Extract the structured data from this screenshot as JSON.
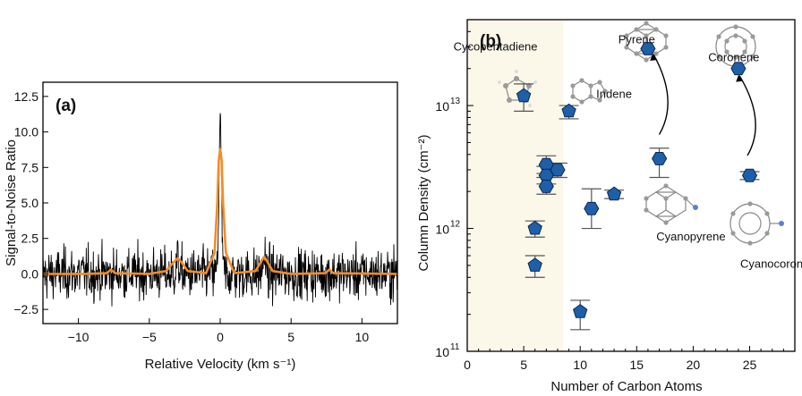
{
  "chart_data": [
    {
      "type": "line",
      "panel_label": "(a)",
      "xlabel": "Relative Velocity (km s⁻¹)",
      "ylabel": "Signal-to-Noise Ratio",
      "xlim": [
        -12.5,
        12.5
      ],
      "ylim": [
        -3.5,
        13.5
      ],
      "xticks": [
        -10,
        -5,
        0,
        5,
        10
      ],
      "xtick_labels": [
        "−10",
        "−5",
        "0",
        "5",
        "10"
      ],
      "yticks": [
        -2.5,
        0.0,
        2.5,
        5.0,
        7.5,
        10.0,
        12.5
      ],
      "ytick_labels": [
        "−2.5",
        "0.0",
        "2.5",
        "5.0",
        "7.5",
        "10.0",
        "12.5"
      ],
      "grid": false,
      "series": [
        {
          "kind": "noisy-spectrum",
          "color": "#000000",
          "baseline": 0.0,
          "noise_rms": 0.9,
          "peaks": [
            [
              -3.0,
              1.0
            ],
            [
              0.0,
              10.5
            ],
            [
              3.1,
              1.2
            ]
          ]
        },
        {
          "kind": "model-fit",
          "color": "#f28c28",
          "x": [
            -12.5,
            -9.5,
            -8.0,
            -7.7,
            -7.4,
            -5.0,
            -3.8,
            -3.3,
            -3.0,
            -2.7,
            -2.3,
            -1.0,
            -0.4,
            -0.2,
            -0.1,
            0.0,
            0.1,
            0.2,
            0.4,
            1.0,
            2.5,
            2.9,
            3.1,
            3.3,
            3.7,
            5.0,
            7.4,
            7.7,
            8.0,
            12.5
          ],
          "y": [
            0.0,
            0.0,
            0.05,
            0.3,
            0.05,
            0.0,
            0.2,
            0.8,
            1.1,
            0.8,
            0.2,
            0.05,
            1.5,
            5.0,
            8.0,
            8.8,
            8.0,
            5.0,
            1.5,
            0.05,
            0.2,
            0.9,
            1.2,
            0.9,
            0.2,
            0.0,
            0.05,
            0.3,
            0.05,
            0.0
          ]
        }
      ]
    },
    {
      "type": "scatter",
      "panel_label": "(b)",
      "xlabel": "Number of Carbon Atoms",
      "ylabel": "Column Density (cm⁻²)",
      "xlim": [
        0,
        29
      ],
      "ylim": [
        100000000000.0,
        50000000000000.0
      ],
      "yscale": "log",
      "xticks": [
        0,
        5,
        10,
        15,
        20,
        25
      ],
      "xtick_labels": [
        "0",
        "5",
        "10",
        "15",
        "20",
        "25"
      ],
      "yticks": [
        100000000000.0,
        1000000000000.0,
        10000000000000.0
      ],
      "ytick_labels": [
        "10",
        "10",
        "10"
      ],
      "ytick_exponents": [
        "11",
        "12",
        "13"
      ],
      "grid": false,
      "shaded_region_x": [
        0,
        8.5
      ],
      "shaded_color": "#fbf8ea",
      "marker_color": "#1f5fa8",
      "points": [
        {
          "x": 5,
          "y": 12000000000000.0,
          "err": [
            9000000000000.0,
            15000000000000.0
          ],
          "shape": "pentagon"
        },
        {
          "x": 6,
          "y": 1000000000000.0,
          "err": [
            850000000000.0,
            1150000000000.0
          ],
          "shape": "pentagon"
        },
        {
          "x": 6,
          "y": 500000000000.0,
          "err": [
            400000000000.0,
            600000000000.0
          ],
          "shape": "pentagon"
        },
        {
          "x": 7,
          "y": 3300000000000.0,
          "err": [
            2800000000000.0,
            3900000000000.0
          ],
          "shape": "hexagon"
        },
        {
          "x": 7,
          "y": 2700000000000.0,
          "err": [
            2300000000000.0,
            3200000000000.0
          ],
          "shape": "hexagon"
        },
        {
          "x": 7,
          "y": 2200000000000.0,
          "err": [
            1900000000000.0,
            2600000000000.0
          ],
          "shape": "hexagon"
        },
        {
          "x": 8,
          "y": 3000000000000.0,
          "err": [
            2600000000000.0,
            3400000000000.0
          ],
          "shape": "hexagon"
        },
        {
          "x": 9,
          "y": 9000000000000.0,
          "err": [
            7800000000000.0,
            10000000000000.0
          ],
          "shape": "pentagon"
        },
        {
          "x": 10,
          "y": 210000000000.0,
          "err": [
            150000000000.0,
            260000000000.0
          ],
          "shape": "pentagon"
        },
        {
          "x": 11,
          "y": 1450000000000.0,
          "err": [
            1000000000000.0,
            2100000000000.0
          ],
          "shape": "hexagon"
        },
        {
          "x": 13,
          "y": 1900000000000.0,
          "err": [
            1750000000000.0,
            2050000000000.0
          ],
          "shape": "pentagon"
        },
        {
          "x": 16,
          "y": 29000000000000.0,
          "err": [
            29000000000000.0,
            29000000000000.0
          ],
          "shape": "hexagon"
        },
        {
          "x": 17,
          "y": 3700000000000.0,
          "err": [
            2600000000000.0,
            4500000000000.0
          ],
          "shape": "hexagon"
        },
        {
          "x": 24,
          "y": 20000000000000.0,
          "err": [
            20000000000000.0,
            20000000000000.0
          ],
          "shape": "hexagon"
        },
        {
          "x": 25,
          "y": 2700000000000.0,
          "err": [
            2500000000000.0,
            2900000000000.0
          ],
          "shape": "hexagon"
        }
      ],
      "annotations": [
        {
          "text": "Cycopentadiene",
          "x": 2.5,
          "y": 28000000000000.0
        },
        {
          "text": "Indene",
          "x": 13.0,
          "y": 11500000000000.0
        },
        {
          "text": "Pyrene",
          "x": 15.0,
          "y": 32000000000000.0
        },
        {
          "text": "Coronene",
          "x": 23.6,
          "y": 23000000000000.0
        },
        {
          "text": "Cyanopyrene",
          "x": 19.8,
          "y": 800000000000.0
        },
        {
          "text": "Cyanocoronene",
          "x": 27.8,
          "y": 480000000000.0
        }
      ],
      "arrows": [
        {
          "from": [
            17,
            4600000000000.0
          ],
          "to": [
            16.5,
            26000000000000.0
          ]
        },
        {
          "from": [
            24.8,
            3100000000000.0
          ],
          "to": [
            24.1,
            17500000000000.0
          ]
        }
      ]
    }
  ]
}
